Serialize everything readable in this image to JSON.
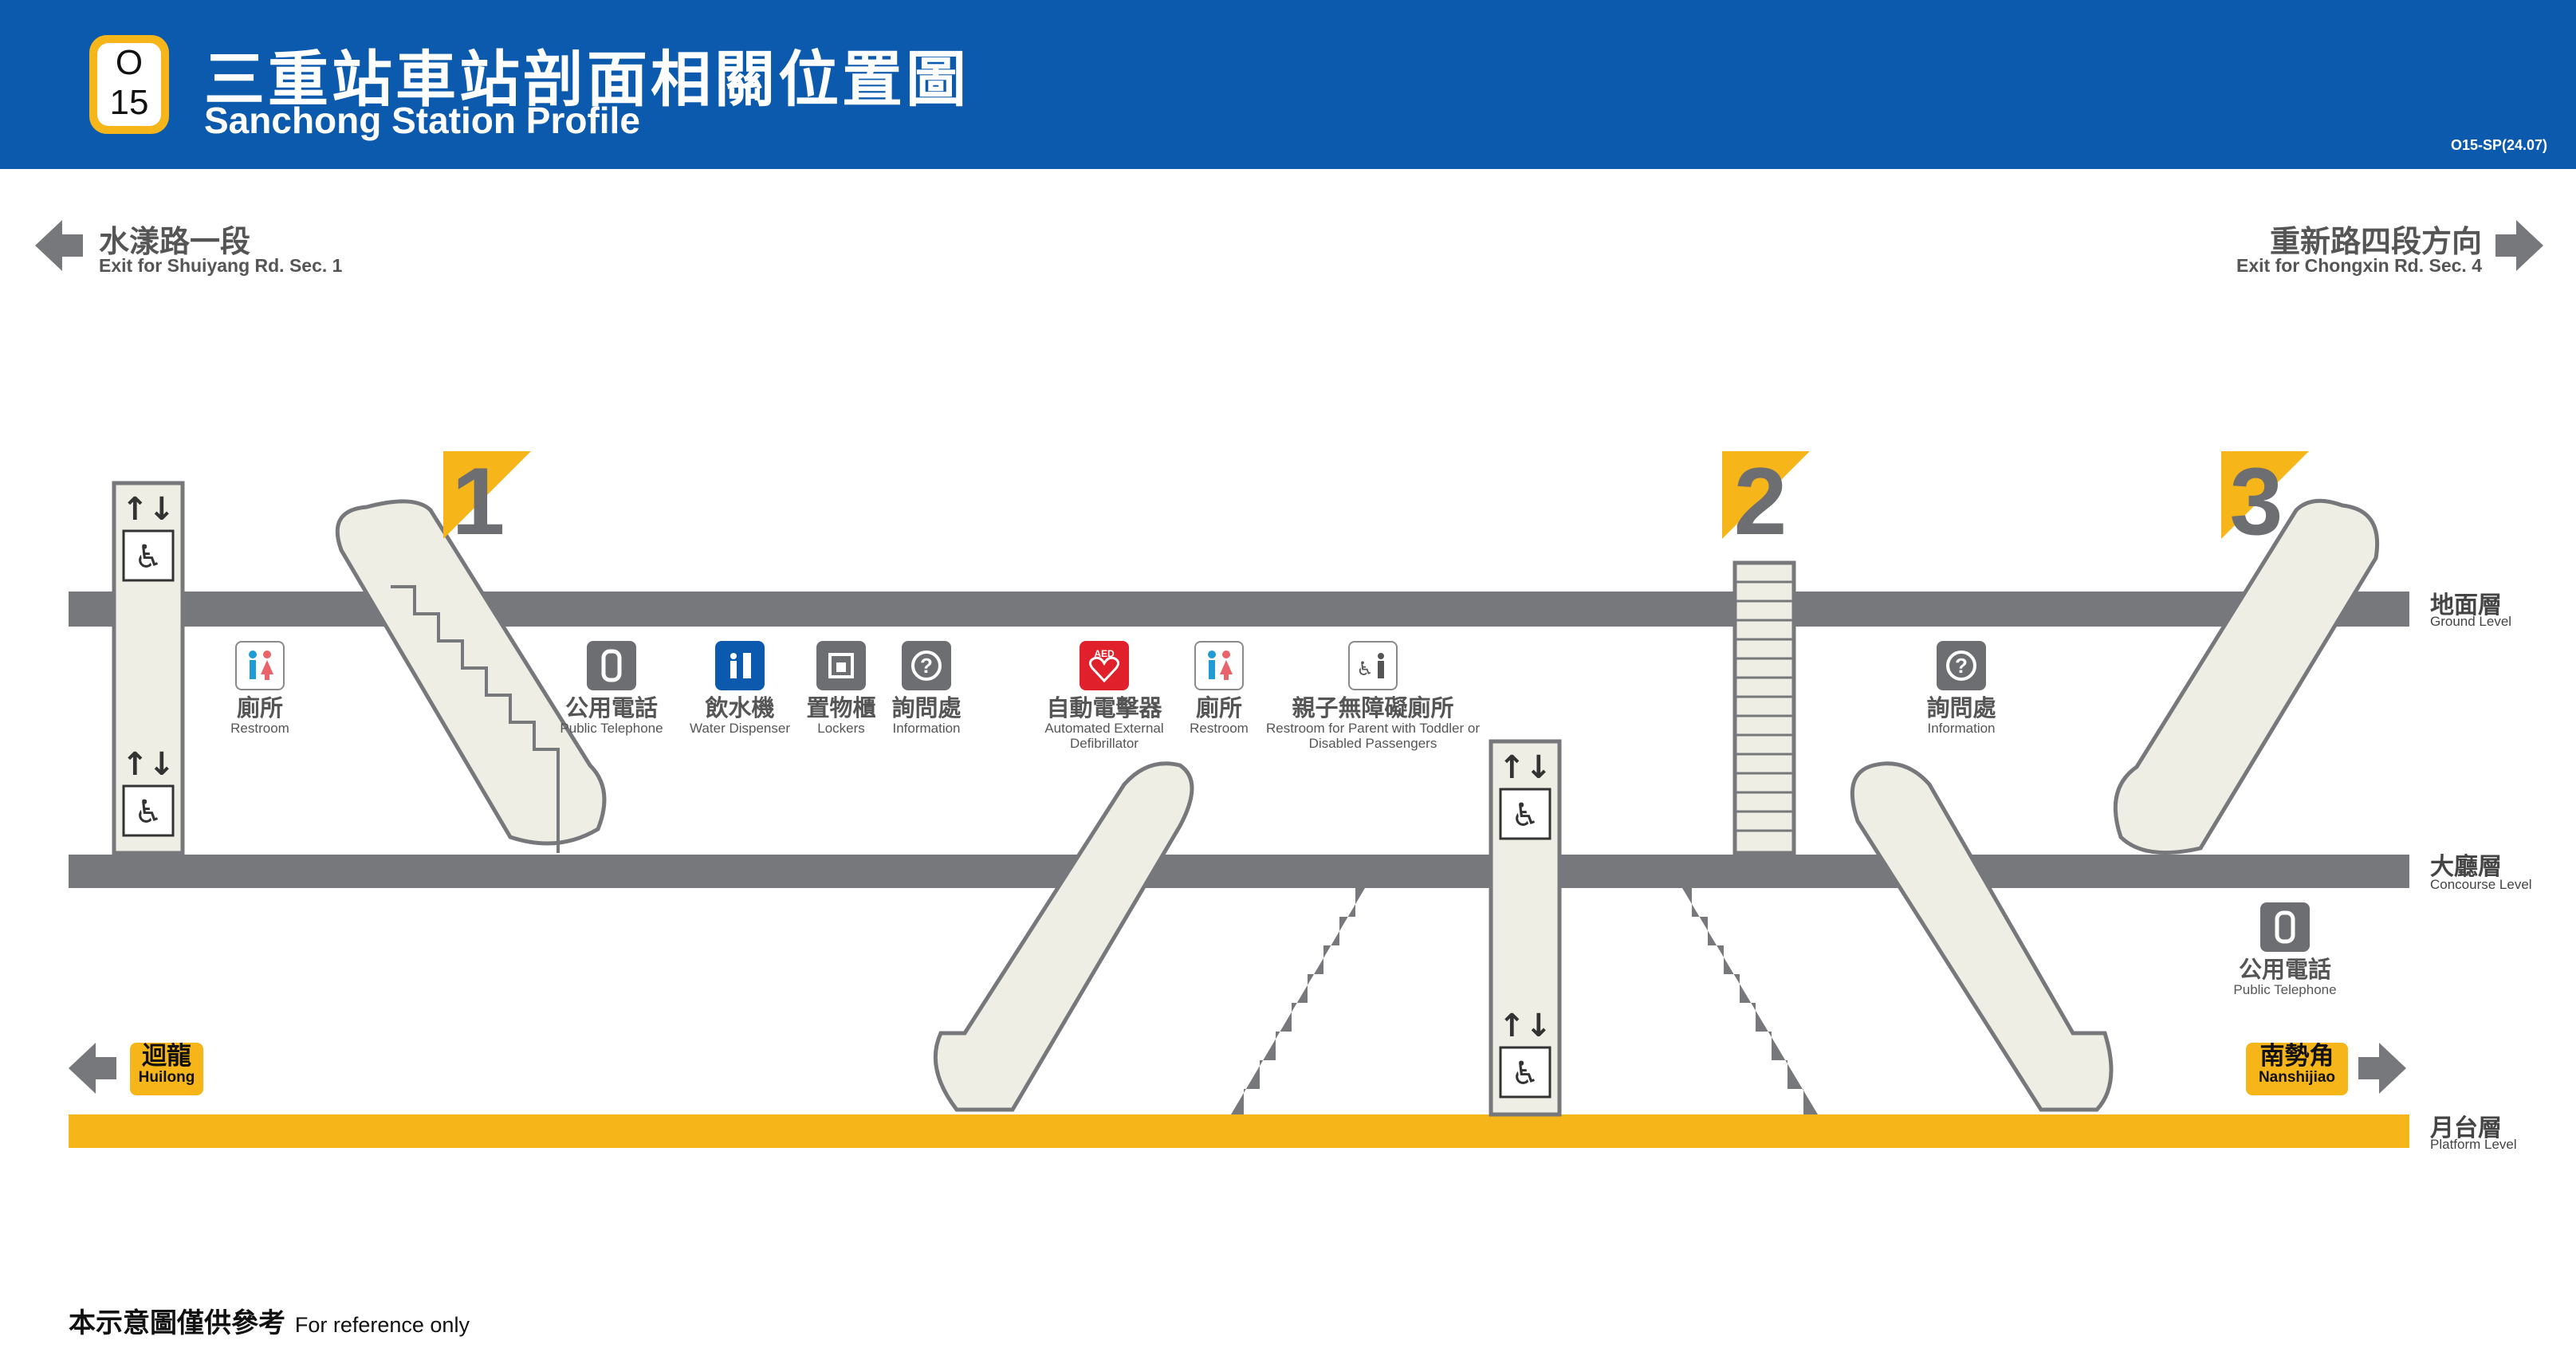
{
  "header": {
    "station_code_letter": "O",
    "station_code_number": "15",
    "title_zh": "三重站車站剖面相關位置圖",
    "title_en": "Sanchong Station Profile",
    "doc_code": "O15-SP(24.07)"
  },
  "directions": {
    "left": {
      "zh": "水漾路一段",
      "en": "Exit for Shuiyang Rd. Sec. 1"
    },
    "right": {
      "zh": "重新路四段方向",
      "en": "Exit for Chongxin Rd. Sec. 4"
    }
  },
  "levels": [
    {
      "zh": "地面層",
      "en": "Ground Level"
    },
    {
      "zh": "大廳層",
      "en": "Concourse Level"
    },
    {
      "zh": "月台層",
      "en": "Platform Level"
    }
  ],
  "exits": [
    "1",
    "2",
    "3"
  ],
  "facilities": [
    {
      "zh": "廁所",
      "en": "Restroom",
      "icon": "restroom-icon"
    },
    {
      "zh": "公用電話",
      "en": "Public Telephone",
      "icon": "telephone-icon"
    },
    {
      "zh": "飲水機",
      "en": "Water Dispenser",
      "icon": "water-dispenser-icon"
    },
    {
      "zh": "置物櫃",
      "en": "Lockers",
      "icon": "locker-icon"
    },
    {
      "zh": "詢問處",
      "en": "Information",
      "icon": "information-icon"
    },
    {
      "zh": "自動電擊器",
      "en": "Automated External Defibrillator",
      "icon": "aed-icon",
      "badge": "AED"
    },
    {
      "zh": "廁所",
      "en": "Restroom",
      "icon": "restroom-icon"
    },
    {
      "zh": "親子無障礙廁所",
      "en": "Restroom for Parent with Toddler or Disabled Passengers",
      "icon": "accessible-family-restroom-icon"
    },
    {
      "zh": "詢問處",
      "en": "Information",
      "icon": "information-icon"
    },
    {
      "zh": "公用電話",
      "en": "Public Telephone",
      "icon": "telephone-icon"
    }
  ],
  "platform_directions": {
    "left": {
      "zh": "迴龍",
      "en": "Huilong"
    },
    "right": {
      "zh": "南勢角",
      "en": "Nanshijiao"
    }
  },
  "footer": {
    "zh": "本示意圖僅供參考",
    "en": "For reference only"
  },
  "colors": {
    "header_blue": "#0b5aae",
    "line_orange": "#f6b519",
    "slab_gray": "#77787b",
    "escalator_cream": "#efeee4"
  }
}
